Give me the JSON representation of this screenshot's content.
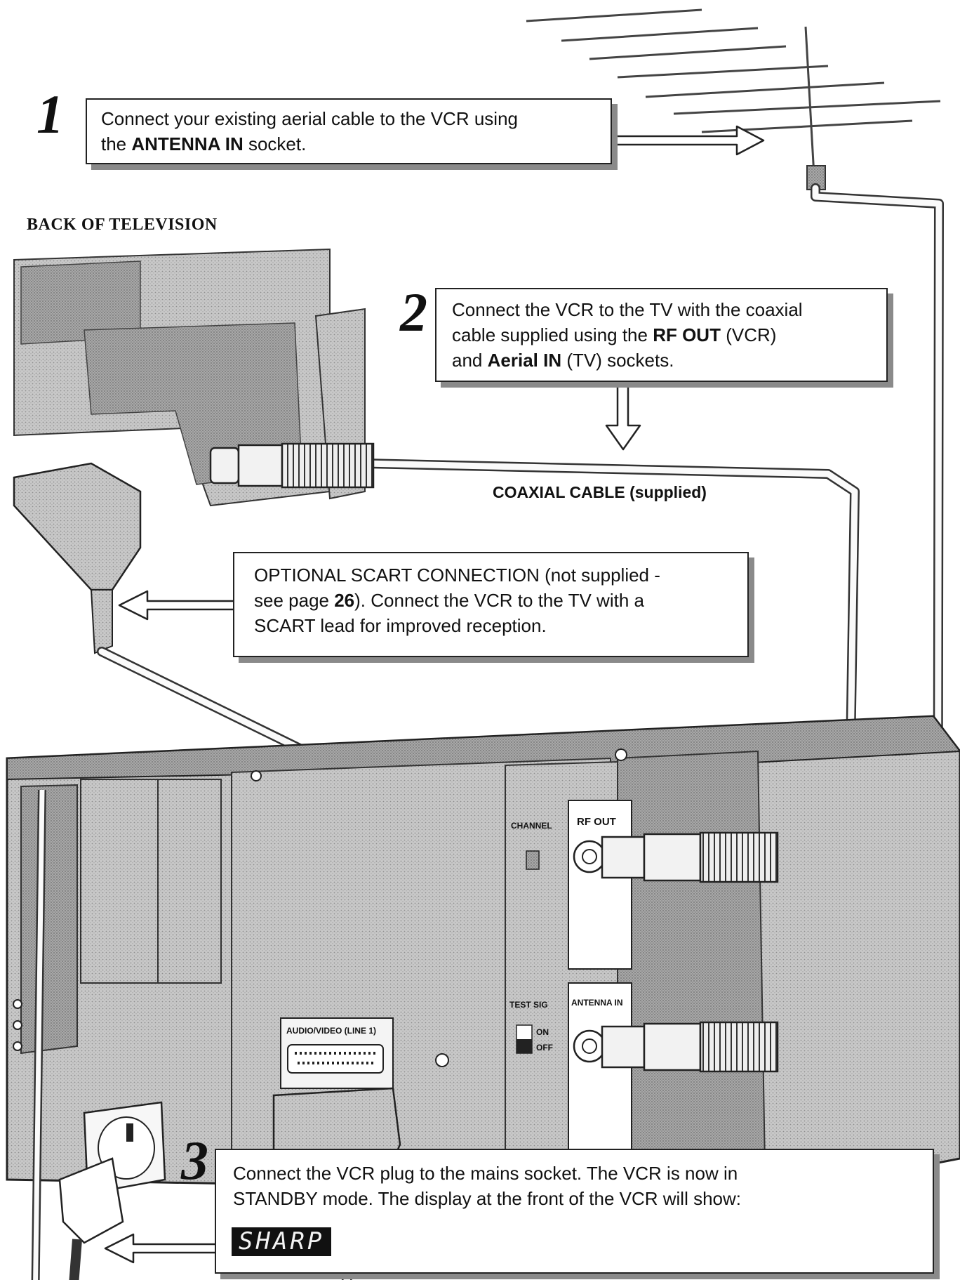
{
  "labels": {
    "back_of_tv": "BACK OF TELEVISION",
    "coaxial_cable": "COAXIAL CABLE (supplied)"
  },
  "steps": [
    {
      "number": "1",
      "text": [
        "Connect your existing aerial cable to the VCR using",
        "the ",
        "ANTENNA IN",
        " socket."
      ]
    },
    {
      "number": "2",
      "text": [
        "Connect the VCR to the TV with the coaxial",
        "cable supplied using the ",
        "RF OUT",
        " (VCR)",
        "and ",
        "Aerial IN",
        " (TV) sockets."
      ]
    },
    {
      "number": "3",
      "text": [
        "Connect the VCR plug to the mains socket. The VCR is now in",
        "STANDBY mode. The display at the front of the VCR will show:"
      ],
      "display": "SHARP"
    }
  ],
  "optional": {
    "text": [
      "OPTIONAL SCART CONNECTION (not supplied -",
      "see page ",
      "26",
      "). Connect the VCR to the TV with a",
      "SCART lead for improved reception."
    ]
  },
  "vcr_panel": {
    "rf_out": "RF OUT",
    "antenna_in": "ANTENNA IN",
    "channel": "CHANNEL",
    "test_sig": "TEST SIG",
    "on": "ON",
    "off": "OFF",
    "audio_video": "AUDIO/VIDEO (LINE 1)"
  }
}
